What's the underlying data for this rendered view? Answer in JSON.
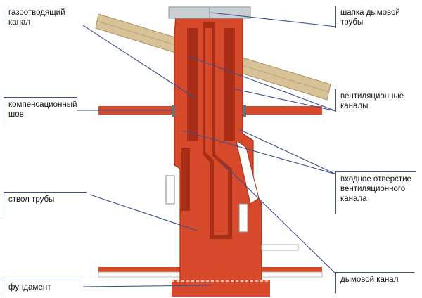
{
  "labels": {
    "flue_channel": "газоотводящий\nканал",
    "chimney_cap": "шапка дымовой\nтрубы",
    "compensation_seam": "компенсационный\nшов",
    "ventilation_channels": "вентиляционные\nканалы",
    "pipe_shaft": "ствол трубы",
    "vent_inlet": "входное отверстие\nвентиляционного\nканала",
    "foundation": "фундамент",
    "smoke_channel": "дымовой канал"
  },
  "colors": {
    "brick": "#d6492a",
    "brick_dark": "#a82e17",
    "leader": "#3b4f8f",
    "roof": "#d6c194",
    "cap": "#c9cfd3",
    "seam": "#6f6f6f"
  }
}
